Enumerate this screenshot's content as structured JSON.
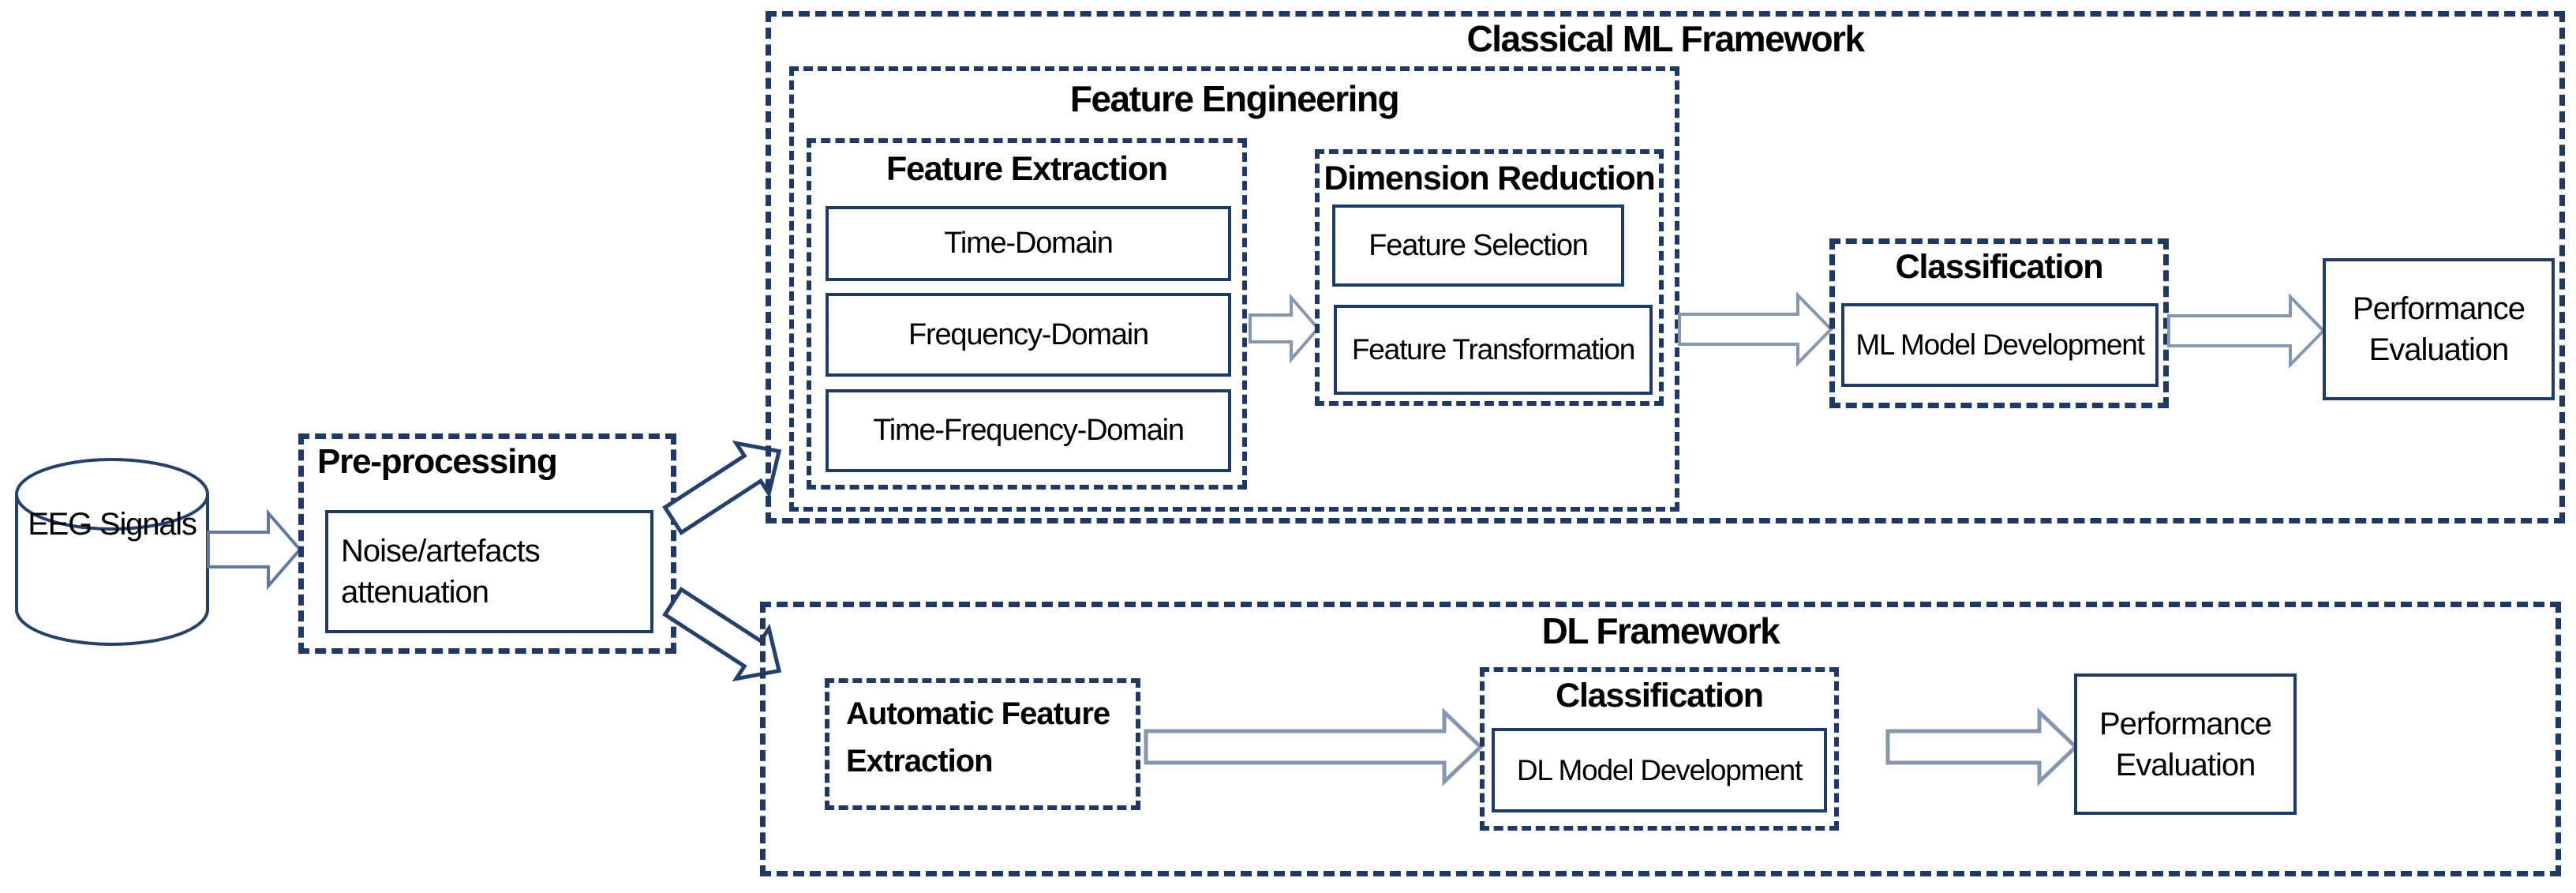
{
  "diagram": {
    "eeg": {
      "label": "EEG Signals"
    },
    "preprocessing": {
      "title": "Pre-processing",
      "item": "Noise/artefacts attenuation"
    },
    "classical_framework": {
      "title": "Classical ML Framework",
      "feature_engineering": {
        "title": "Feature Engineering",
        "feature_extraction": {
          "title": "Feature Extraction",
          "items": [
            "Time-Domain",
            "Frequency-Domain",
            "Time-Frequency-Domain"
          ]
        },
        "dimension_reduction": {
          "title": "Dimension Reduction",
          "items": [
            "Feature Selection",
            "Feature Transformation"
          ]
        }
      },
      "classification": {
        "title": "Classification",
        "item": "ML Model Development"
      },
      "performance_evaluation": "Performance Evaluation"
    },
    "dl_framework": {
      "title": "DL Framework",
      "automatic_feature_extraction": "Automatic Feature Extraction",
      "classification": {
        "title": "Classification",
        "item": "DL Model Development"
      },
      "performance_evaluation": "Performance Evaluation"
    },
    "colors": {
      "line_navy": "#1f3864",
      "solid_box_border": "#203a66",
      "arrow_slate": "#8496b0",
      "arrow_navy": "#24406b",
      "text": "#000000",
      "background": "#ffffff"
    }
  }
}
